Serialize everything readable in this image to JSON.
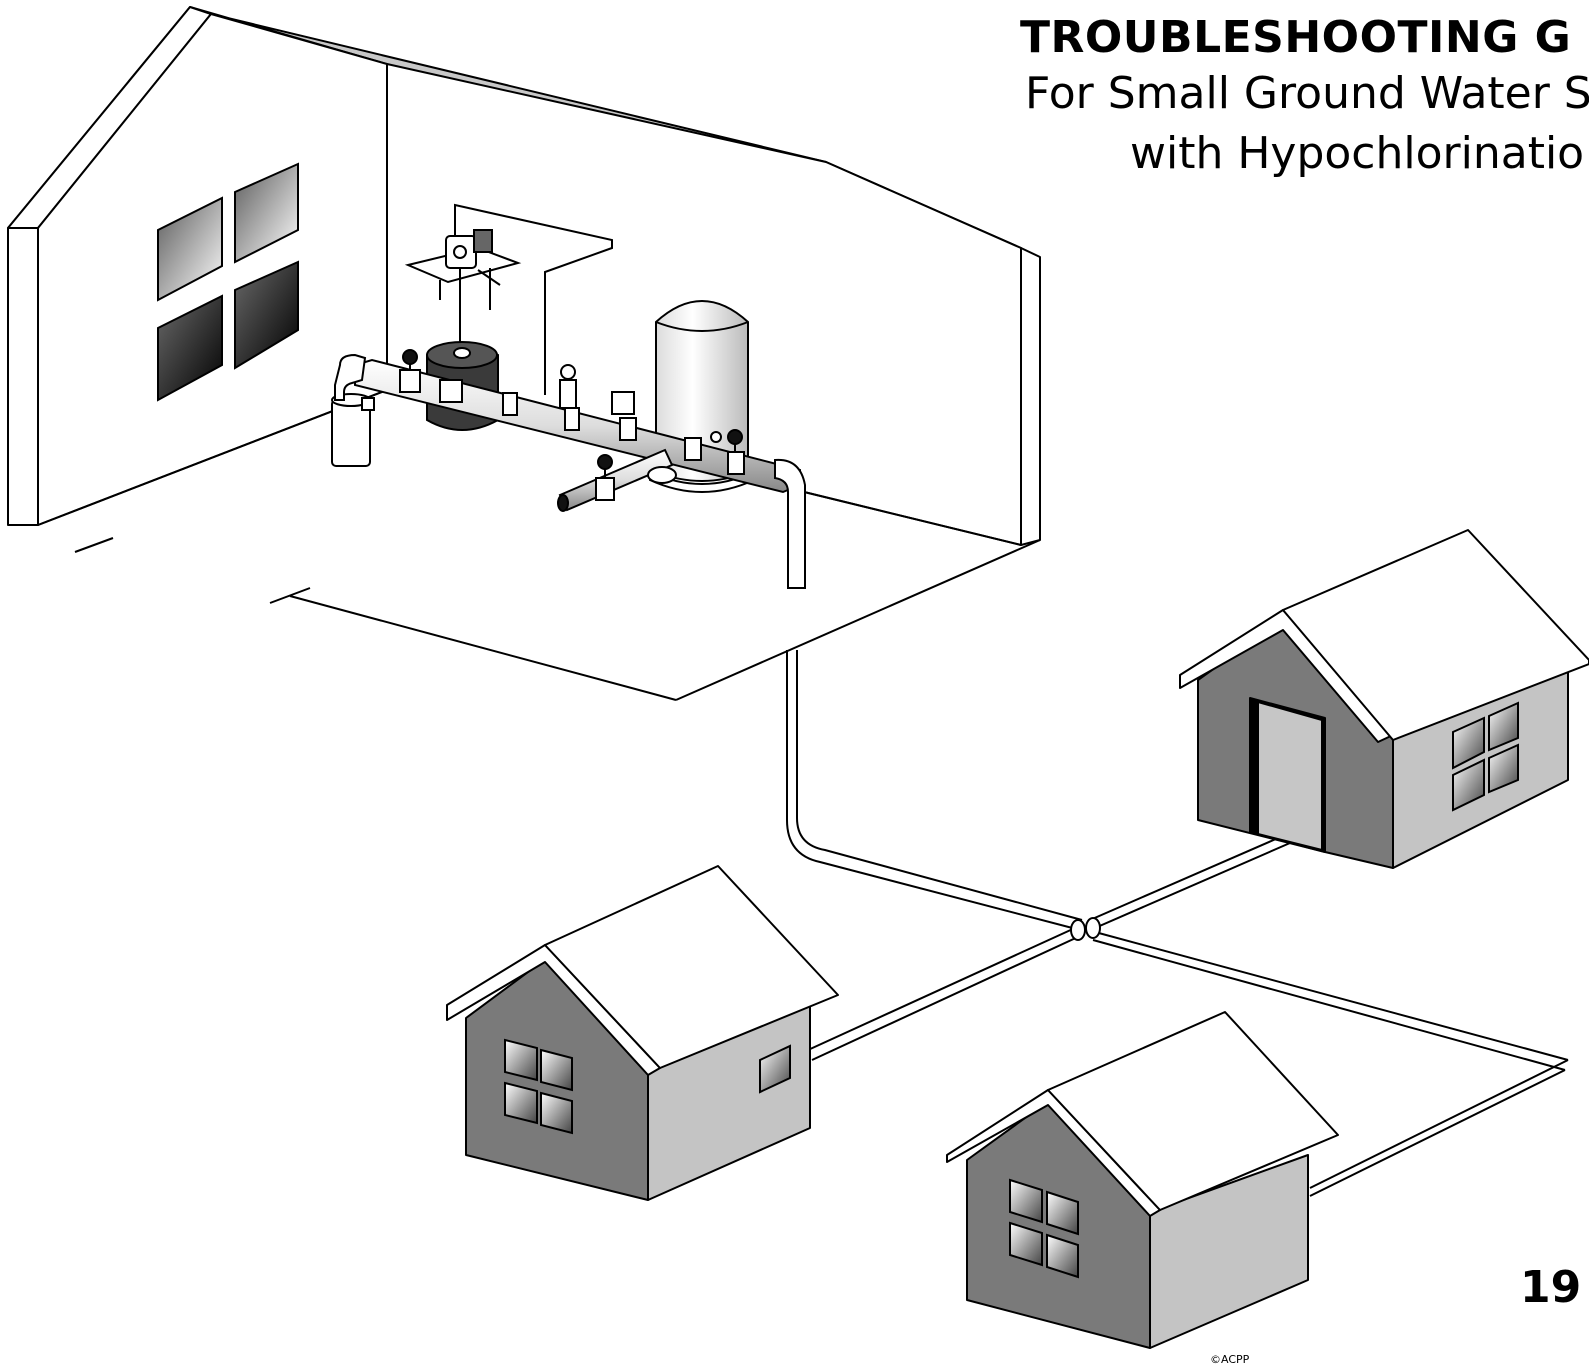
{
  "header": {
    "title": "TROUBLESHOOTING G",
    "subtitle_line1": "For Small Ground Water Sy",
    "subtitle_line2": "with Hypochlorinatio"
  },
  "footer": {
    "page_number": "19",
    "copyright": "©ACPP"
  },
  "colors": {
    "line": "#000000",
    "roof_side": "#bdbdbd",
    "house_front": "#7a7a7a",
    "house_side": "#c4c4c4",
    "roof_top": "#ffffff",
    "door": "#c6c6c6",
    "tank_dark": "#3a3a3a"
  },
  "illustration": {
    "elements": [
      "pump-house",
      "chemical-feed-pump",
      "solution-tank",
      "pressure-tank",
      "well-pipe",
      "distribution-main",
      "house-1",
      "house-2",
      "house-3"
    ]
  }
}
